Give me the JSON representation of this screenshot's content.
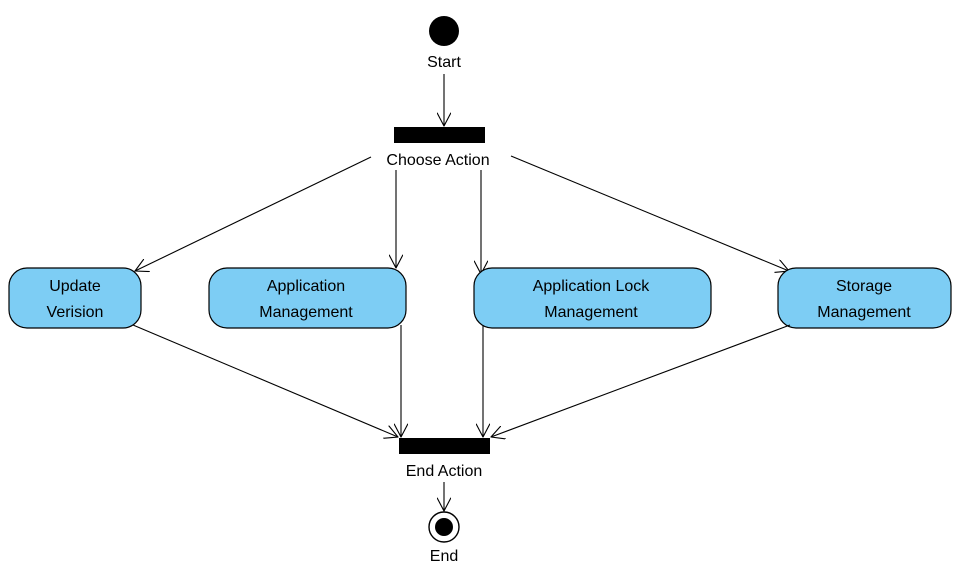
{
  "diagram": {
    "start": {
      "label": "Start"
    },
    "fork": {
      "label": "Choose Action"
    },
    "actions": [
      {
        "line1": "Update",
        "line2": "Verision"
      },
      {
        "line1": "Application",
        "line2": "Management"
      },
      {
        "line1": "Application Lock",
        "line2": "Management"
      },
      {
        "line1": "Storage",
        "line2": "Management"
      }
    ],
    "join": {
      "label": "End Action"
    },
    "end": {
      "label": "End"
    },
    "colors": {
      "action_fill": "#7dcdf4",
      "stroke": "#000000",
      "bar": "#000000"
    }
  }
}
